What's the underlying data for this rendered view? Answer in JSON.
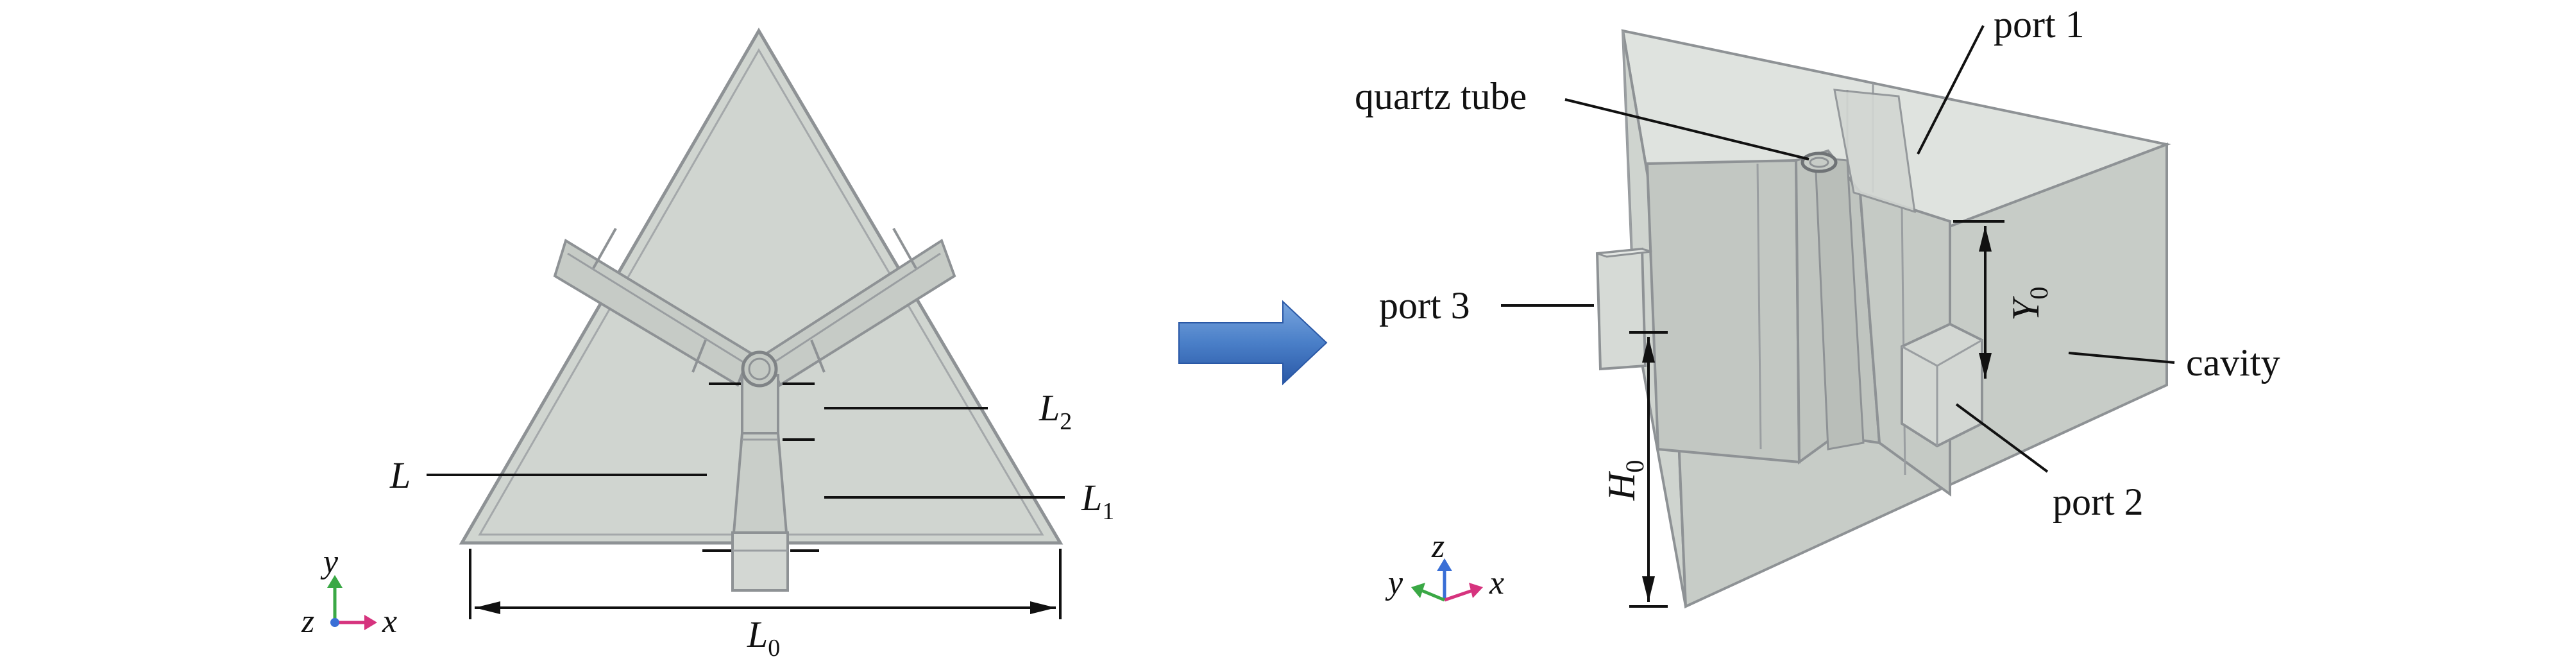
{
  "left_view": {
    "labels": {
      "L": {
        "main": "L",
        "sub": ""
      },
      "L1": {
        "main": "L",
        "sub": "1"
      },
      "L2": {
        "main": "L",
        "sub": "2"
      },
      "L0": {
        "main": "L",
        "sub": "0"
      }
    },
    "axes": {
      "up": "y",
      "right": "x",
      "out": "z"
    }
  },
  "right_view": {
    "labels": {
      "quartz_tube": "quartz tube",
      "port1": "port 1",
      "port2": "port 2",
      "port3": "port 3",
      "cavity": "cavity",
      "Y0": {
        "main": "Y",
        "sub": "0"
      },
      "H0": {
        "main": "H",
        "sub": "0"
      }
    },
    "axes": {
      "up": "z",
      "right": "x",
      "left": "y"
    }
  },
  "colors": {
    "body_fill": "#cdd2cd",
    "edge": "#8e9295",
    "arrow_top": "#6a9ad8",
    "arrow_bottom": "#2d5fae",
    "axis_green": "#3aa845",
    "axis_magenta": "#d6337e",
    "axis_blue": "#3a6fd6"
  }
}
